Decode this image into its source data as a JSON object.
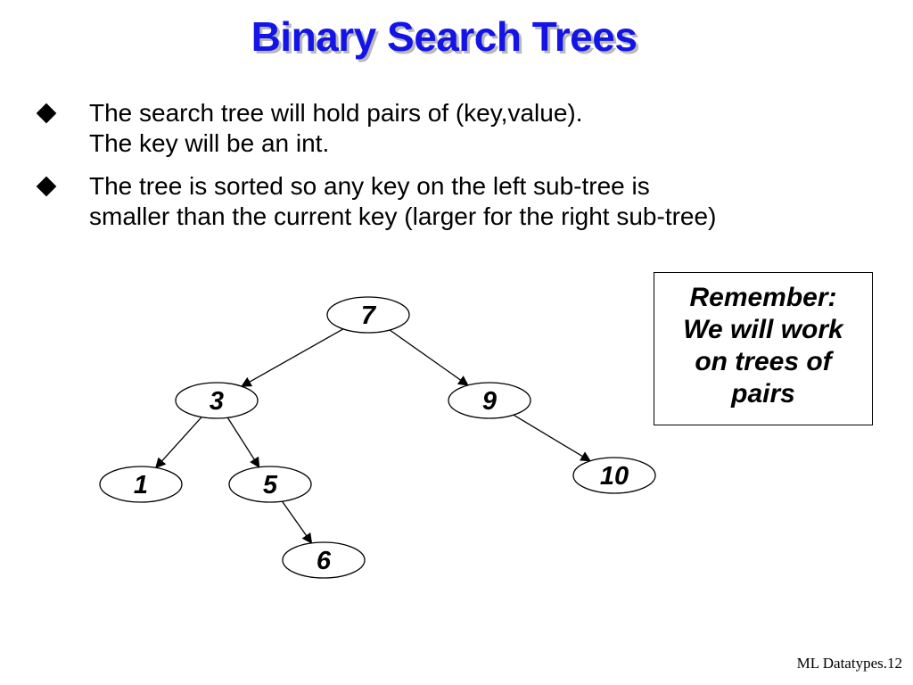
{
  "slide": {
    "title": "Binary Search Trees",
    "bullets": [
      {
        "lines": [
          "The search tree will hold pairs of (key,value).",
          "The key will be an int."
        ]
      },
      {
        "lines": [
          "The tree is sorted so any key on the left sub-tree is",
          "smaller than the current key (larger for the right sub-tree)"
        ]
      }
    ],
    "note": {
      "lines": [
        "Remember:",
        "We will work",
        "on trees of",
        "pairs"
      ]
    },
    "footer": "ML Datatypes.12"
  },
  "tree": {
    "nodes": [
      {
        "id": "n7",
        "label": "7"
      },
      {
        "id": "n3",
        "label": "3"
      },
      {
        "id": "n9",
        "label": "9"
      },
      {
        "id": "n1",
        "label": "1"
      },
      {
        "id": "n5",
        "label": "5"
      },
      {
        "id": "n10",
        "label": "10"
      },
      {
        "id": "n6",
        "label": "6"
      }
    ],
    "edges": [
      {
        "from": "n7",
        "to": "n3"
      },
      {
        "from": "n7",
        "to": "n9"
      },
      {
        "from": "n3",
        "to": "n1"
      },
      {
        "from": "n3",
        "to": "n5"
      },
      {
        "from": "n9",
        "to": "n10"
      },
      {
        "from": "n5",
        "to": "n6"
      }
    ],
    "colors": {
      "node_fill": "#ffffff",
      "stroke": "#000000"
    }
  }
}
